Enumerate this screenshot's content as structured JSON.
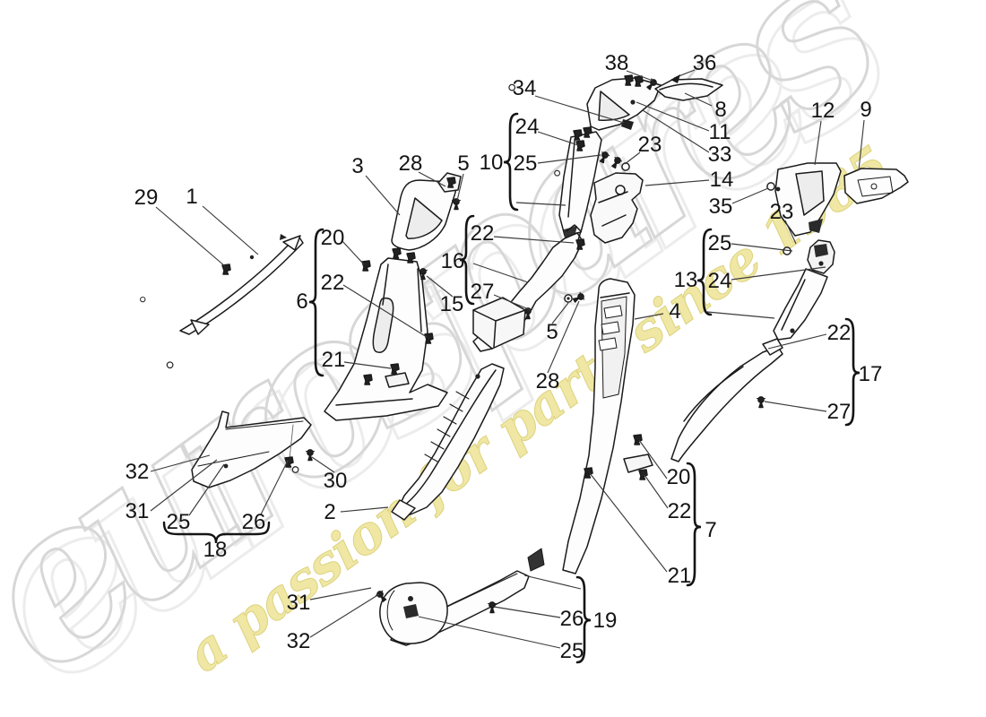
{
  "watermark": {
    "brand": "eurospares",
    "tagline": "a passion for parts since 1985",
    "brand_outline_color": "#d7d7d7",
    "tagline_fill_color": "#efe7a3",
    "tagline_outline_color": "#ddd27e"
  },
  "diagram": {
    "type": "exploded-parts-diagram",
    "line_color": "#1a1a1a",
    "leader_line_color": "#3c3c3c"
  },
  "numbers": {
    "1": "1",
    "2": "2",
    "3": "3",
    "4": "4",
    "5": "5",
    "6": "6",
    "7": "7",
    "8": "8",
    "9": "9",
    "10": "10",
    "11": "11",
    "12": "12",
    "13": "13",
    "14": "14",
    "15": "15",
    "16": "16",
    "17": "17",
    "18": "18",
    "19": "19",
    "20": "20",
    "21": "21",
    "22": "22",
    "23": "23",
    "24": "24",
    "25": "25",
    "26": "26",
    "27": "27",
    "28": "28",
    "29": "29",
    "30": "30",
    "31": "31",
    "32": "32",
    "33": "33",
    "34": "34",
    "35": "35",
    "36": "36",
    "38": "38"
  },
  "groups": {
    "6": [
      "20",
      "22",
      "21"
    ],
    "7": [
      "20",
      "22",
      "21"
    ],
    "10": [
      "24",
      "25"
    ],
    "13": [
      "25",
      "24"
    ],
    "16": [
      "22",
      "27"
    ],
    "17": [
      "22",
      "27"
    ],
    "18": [
      "25",
      "26"
    ],
    "19": [
      "26",
      "25"
    ]
  }
}
